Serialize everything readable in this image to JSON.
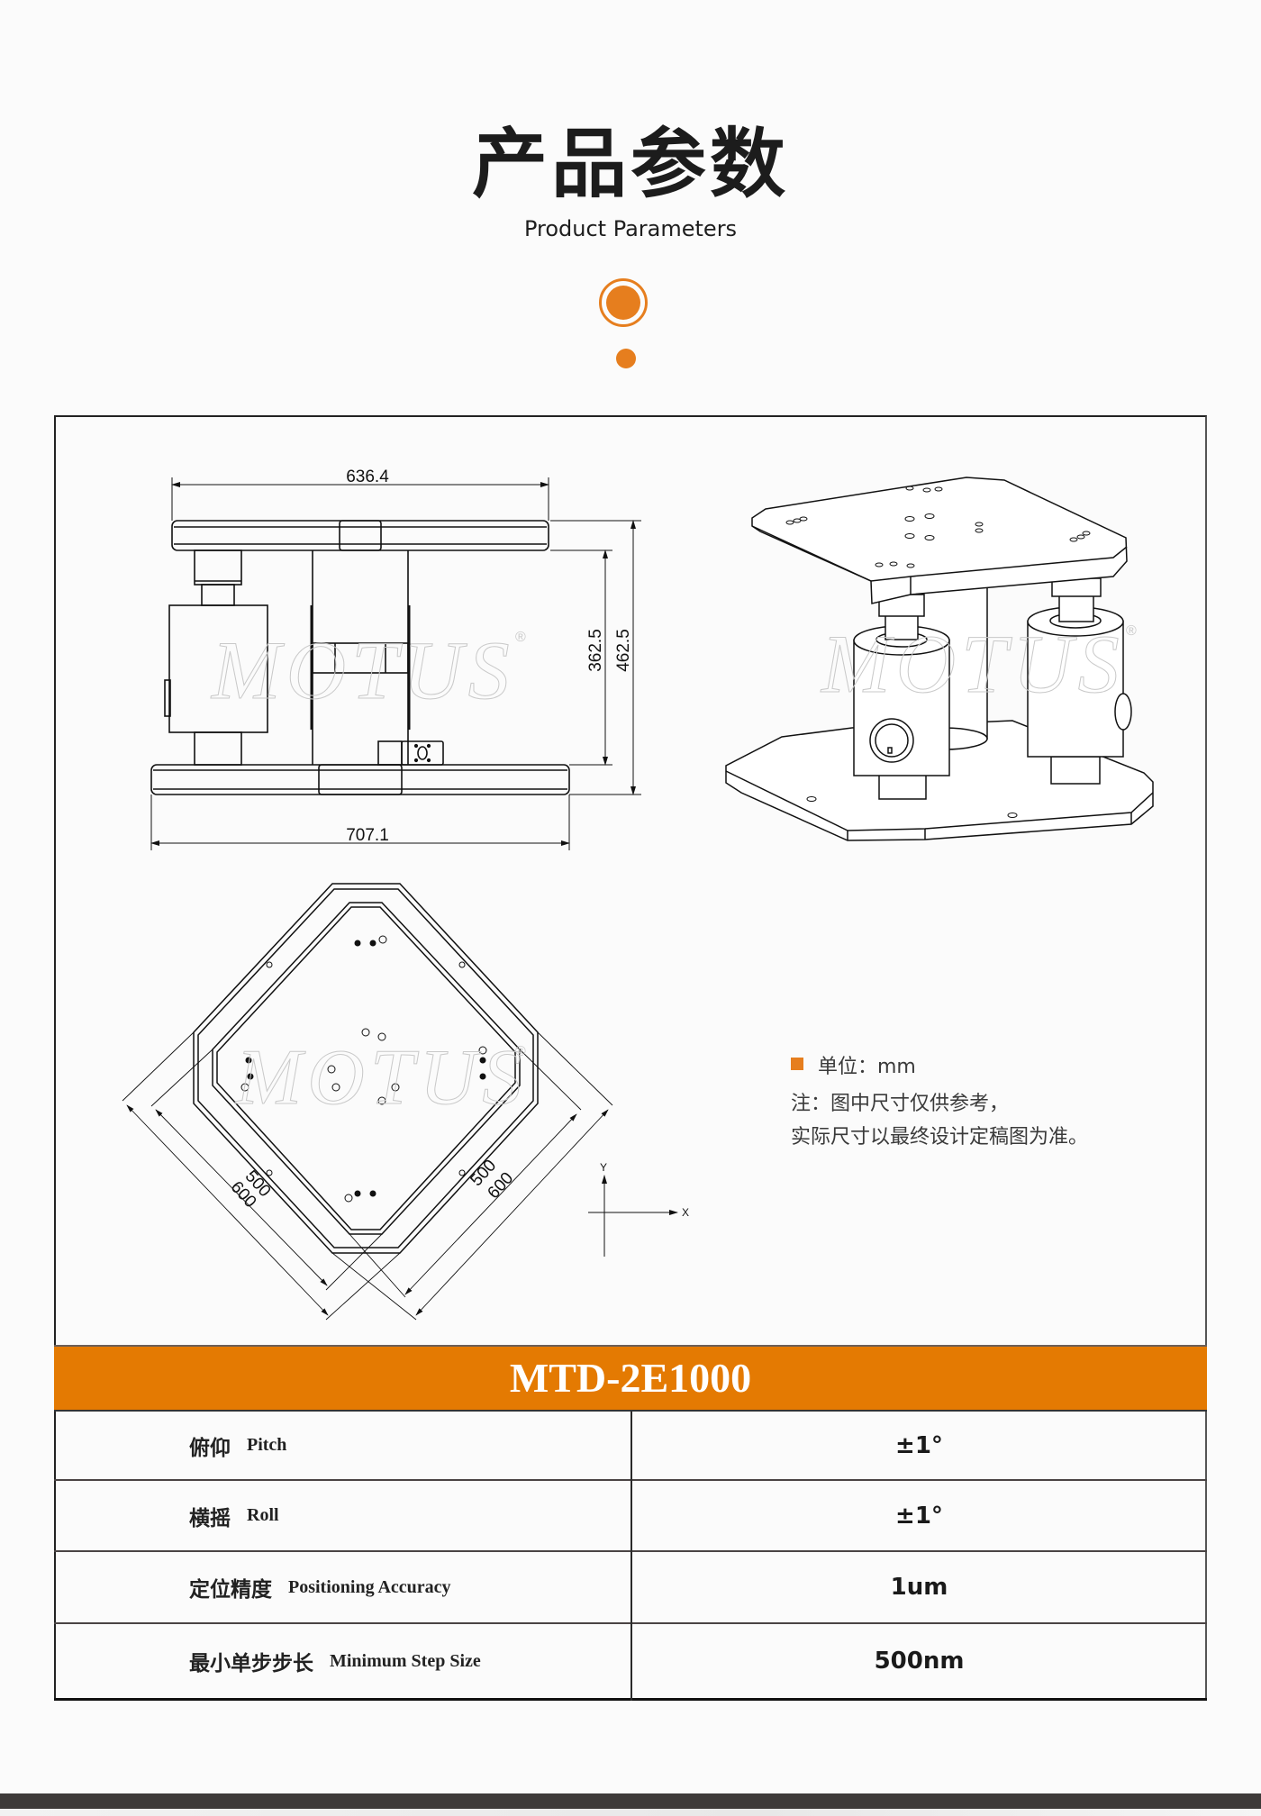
{
  "header": {
    "title_zh": "产品参数",
    "title_en": "Product Parameters",
    "accent_color": "#E67E1E"
  },
  "drawings": {
    "watermark": "MOTUS",
    "watermark_mark": "®",
    "front_view": {
      "top_width": "636.4",
      "base_width": "707.1",
      "inner_height": "362.5",
      "total_height": "462.5"
    },
    "top_view": {
      "left_dims": [
        "500",
        "600"
      ],
      "right_dims": [
        "500",
        "600"
      ],
      "axis_x": "X",
      "axis_y": "Y"
    },
    "iso_view": {}
  },
  "notes": {
    "unit": "单位：mm",
    "line1": "注：图中尺寸仅供参考，",
    "line2": "实际尺寸以最终设计定稿图为准。"
  },
  "spec_table": {
    "model": "MTD-2E1000",
    "header_color": "#E47A02",
    "rows": [
      {
        "label_zh": "俯仰",
        "label_en": "Pitch",
        "value": "±1°"
      },
      {
        "label_zh": "横摇",
        "label_en": "Roll",
        "value": "±1°"
      },
      {
        "label_zh": "定位精度",
        "label_en": "Positioning Accuracy",
        "value": "1um"
      },
      {
        "label_zh": "最小单步步长",
        "label_en": "Minimum Step Size",
        "value": "500nm"
      }
    ]
  }
}
